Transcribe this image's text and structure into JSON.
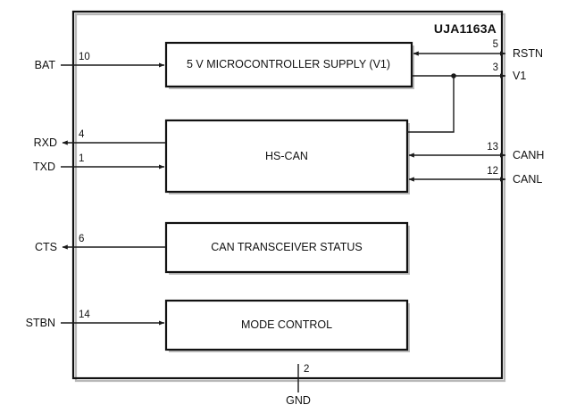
{
  "diagram": {
    "title": "UJA1163A",
    "type": "block-diagram",
    "background_color": "#ffffff",
    "line_color": "#1a1a1a",
    "chip": {
      "name": "UJA1163A",
      "name_position": "top-right-inside"
    },
    "blocks": [
      {
        "id": "supply",
        "label": "5 V MICROCONTROLLER SUPPLY (V1)"
      },
      {
        "id": "hscan",
        "label": "HS-CAN"
      },
      {
        "id": "status",
        "label": "CAN TRANSCEIVER STATUS"
      },
      {
        "id": "mode",
        "label": "MODE CONTROL"
      }
    ],
    "pins_left": [
      {
        "name": "BAT",
        "number": "10",
        "direction": "in",
        "block": "supply"
      },
      {
        "name": "RXD",
        "number": "4",
        "direction": "out",
        "block": "hscan"
      },
      {
        "name": "TXD",
        "number": "1",
        "direction": "in",
        "block": "hscan"
      },
      {
        "name": "CTS",
        "number": "6",
        "direction": "out",
        "block": "status"
      },
      {
        "name": "STBN",
        "number": "14",
        "direction": "in",
        "block": "mode"
      }
    ],
    "pins_right": [
      {
        "name": "RSTN",
        "number": "5",
        "direction": "bidirectional",
        "block": "supply"
      },
      {
        "name": "V1",
        "number": "3",
        "direction": "out",
        "block": "supply"
      },
      {
        "name": "CANH",
        "number": "13",
        "direction": "bidirectional",
        "block": "hscan"
      },
      {
        "name": "CANL",
        "number": "12",
        "direction": "bidirectional",
        "block": "hscan"
      }
    ],
    "pins_bottom": [
      {
        "name": "GND",
        "number": "2",
        "direction": "in",
        "block": "chip"
      }
    ]
  }
}
